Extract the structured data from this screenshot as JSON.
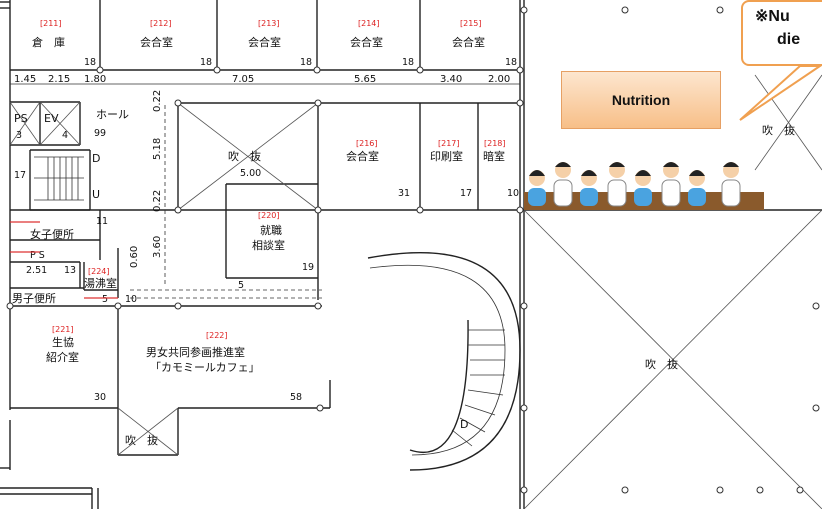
{
  "rooms": {
    "r211": {
      "num": "[211]",
      "name": "倉　庫",
      "area": "18"
    },
    "r212": {
      "num": "[212]",
      "name": "会合室",
      "area": "18"
    },
    "r213": {
      "num": "[213]",
      "name": "会合室",
      "area": "18"
    },
    "r214": {
      "num": "[214]",
      "name": "会合室",
      "area": "18"
    },
    "r215": {
      "num": "[215]",
      "name": "会合室",
      "area": "18"
    },
    "r216": {
      "num": "[216]",
      "name": "会合室",
      "area": "31"
    },
    "r217": {
      "num": "[217]",
      "name": "印刷室",
      "area": "17"
    },
    "r218": {
      "num": "[218]",
      "name": "暗室",
      "area": "10"
    },
    "r220": {
      "num": "[220]",
      "name1": "就職",
      "name2": "相談室",
      "area": "19"
    },
    "r221": {
      "num": "[221]",
      "name1": "生協",
      "name2": "紹介室",
      "area": "30"
    },
    "r222": {
      "num": "[222]",
      "name1": "男女共同参画推進室",
      "name2": "「カモミールカフェ」",
      "area": "58"
    },
    "r224": {
      "num": "[224]",
      "name": "湯沸室",
      "area": "5"
    }
  },
  "labels": {
    "hall": "ホール",
    "hall_area": "99",
    "ps": "PS",
    "ps_num": "3",
    "ev": "EV",
    "ev_num": "4",
    "stair_d": "D",
    "stair_u": "U",
    "stair_area": "17",
    "womens_wc": "女子便所",
    "womens_area": "11",
    "ps2": "P S",
    "ps2_dim": "2.51",
    "ps2_num": "13",
    "mens_wc": "男子便所",
    "mens_area": "5",
    "void": "吹　抜",
    "void_dim": "5.00",
    "corridor_num": "10",
    "corridor_5": "5",
    "stair2_d": "D"
  },
  "dimensions": {
    "top": [
      "1.45",
      "2.15",
      "1.80",
      "7.05",
      "5.65",
      "3.40",
      "2.00"
    ],
    "vertical": [
      "0.22",
      "5.18",
      "0.22",
      "3.60",
      "0.60"
    ]
  },
  "nutrition": "Nutrition",
  "callout": {
    "line1": "※Nu",
    "line2": "die"
  },
  "colors": {
    "label_top": "#fde6cf",
    "label_bottom": "#f7bf88",
    "callout_border": "#f0a050",
    "room_number": "#dd2222"
  }
}
